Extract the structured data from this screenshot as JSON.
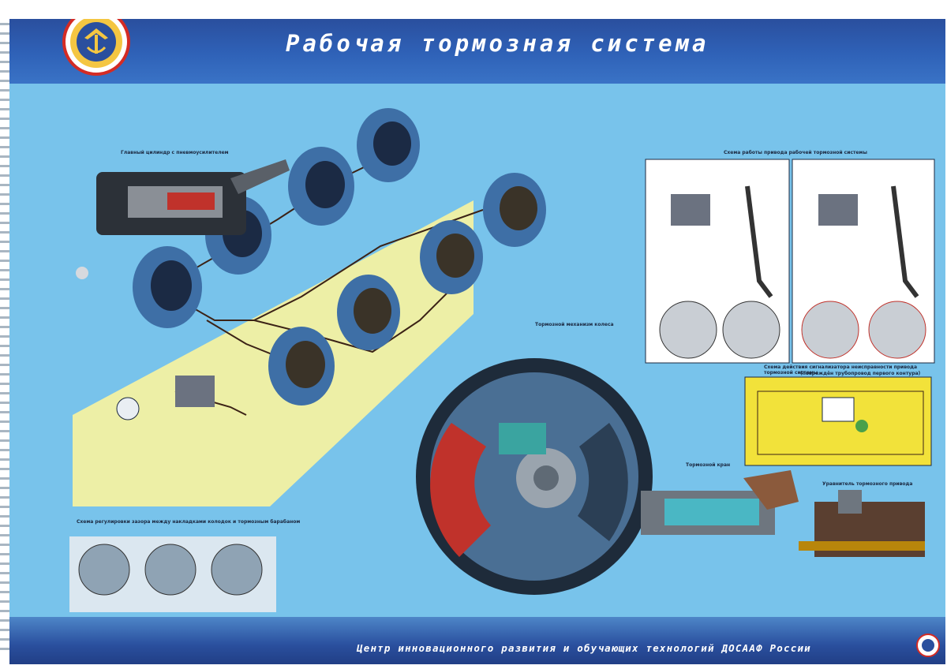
{
  "title": "Рабочая тормозная система",
  "footer": "Центр инновационного развития и обучающих технологий ДОСААФ России",
  "captions": {
    "master_cylinder": "Главный цилиндр с пневмоусилителем",
    "drive_scheme": "Схема работы привода рабочей тормозной системы",
    "wheel_brake": "Тормозной механизм колеса",
    "signal_scheme": "Схема действия сигнализатора неисправности привода тормозной системы",
    "signal_scheme_sub": "(повреждён трубопровод первого контура)",
    "gap_scheme": "Схема регулировки зазора между накладками колодок и тормозным барабаном",
    "brake_valve": "Тормозной кран",
    "regulator": "Уравнитель тормозного привода"
  },
  "colors": {
    "poster_bg": "#78c3eb",
    "band": "#2a4f9e",
    "highlight_panel": "#f7f3a0",
    "signal_panel": "#f2e23a",
    "drum": "#3e6fa6",
    "lining": "#c0322b"
  }
}
